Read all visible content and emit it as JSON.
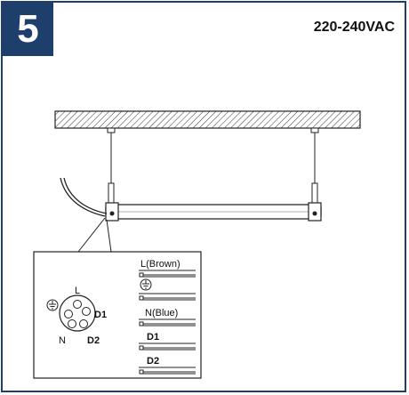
{
  "step": {
    "number": "5"
  },
  "supply": {
    "voltage": "220-240VAC"
  },
  "connector": {
    "pins": {
      "line": "L",
      "neutral": "N",
      "dim1": "D1",
      "dim2": "D2",
      "earth_symbol": "⏚"
    }
  },
  "wiring": {
    "terminals": [
      {
        "label": "L(Brown)",
        "bold": false
      },
      {
        "label": "",
        "earth": true
      },
      {
        "label": "N(Blue)",
        "bold": false
      },
      {
        "label": "D1",
        "bold": true
      },
      {
        "label": "D2",
        "bold": true
      }
    ]
  },
  "colors": {
    "badge": "#1e3e6b",
    "frame": "#1f3f6a",
    "line": "#222222"
  }
}
